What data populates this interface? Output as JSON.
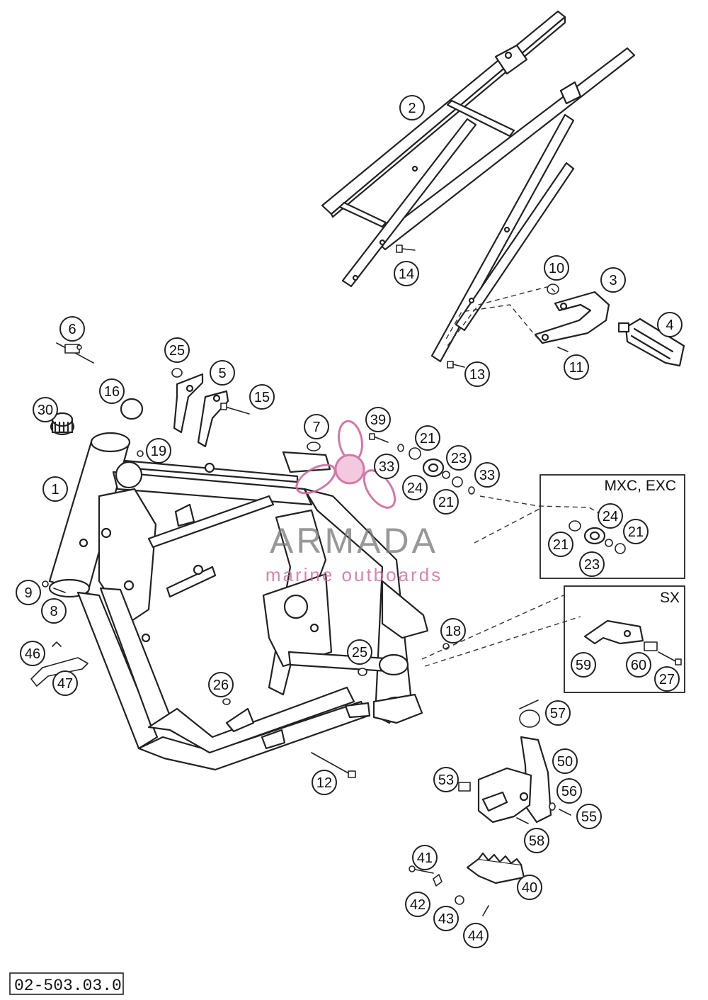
{
  "diagram": {
    "drawing_code": "02-503.03.0",
    "variant_boxes": [
      {
        "label": "MXC, EXC",
        "callouts": [
          "24",
          "21",
          "21",
          "23"
        ]
      },
      {
        "label": "SX",
        "callouts": [
          "59",
          "60",
          "27"
        ]
      }
    ],
    "callouts": [
      "1",
      "2",
      "3",
      "4",
      "5",
      "6",
      "7",
      "8",
      "9",
      "10",
      "11",
      "12",
      "13",
      "14",
      "15",
      "16",
      "18",
      "19",
      "21",
      "23",
      "24",
      "25",
      "26",
      "27",
      "30",
      "33",
      "39",
      "40",
      "41",
      "42",
      "43",
      "44",
      "46",
      "47",
      "50",
      "53",
      "55",
      "56",
      "57",
      "58",
      "59",
      "60"
    ],
    "watermark": {
      "title": "ARMADA",
      "subtitle": "marine outboards",
      "accent_color": "#d06aa0"
    }
  }
}
